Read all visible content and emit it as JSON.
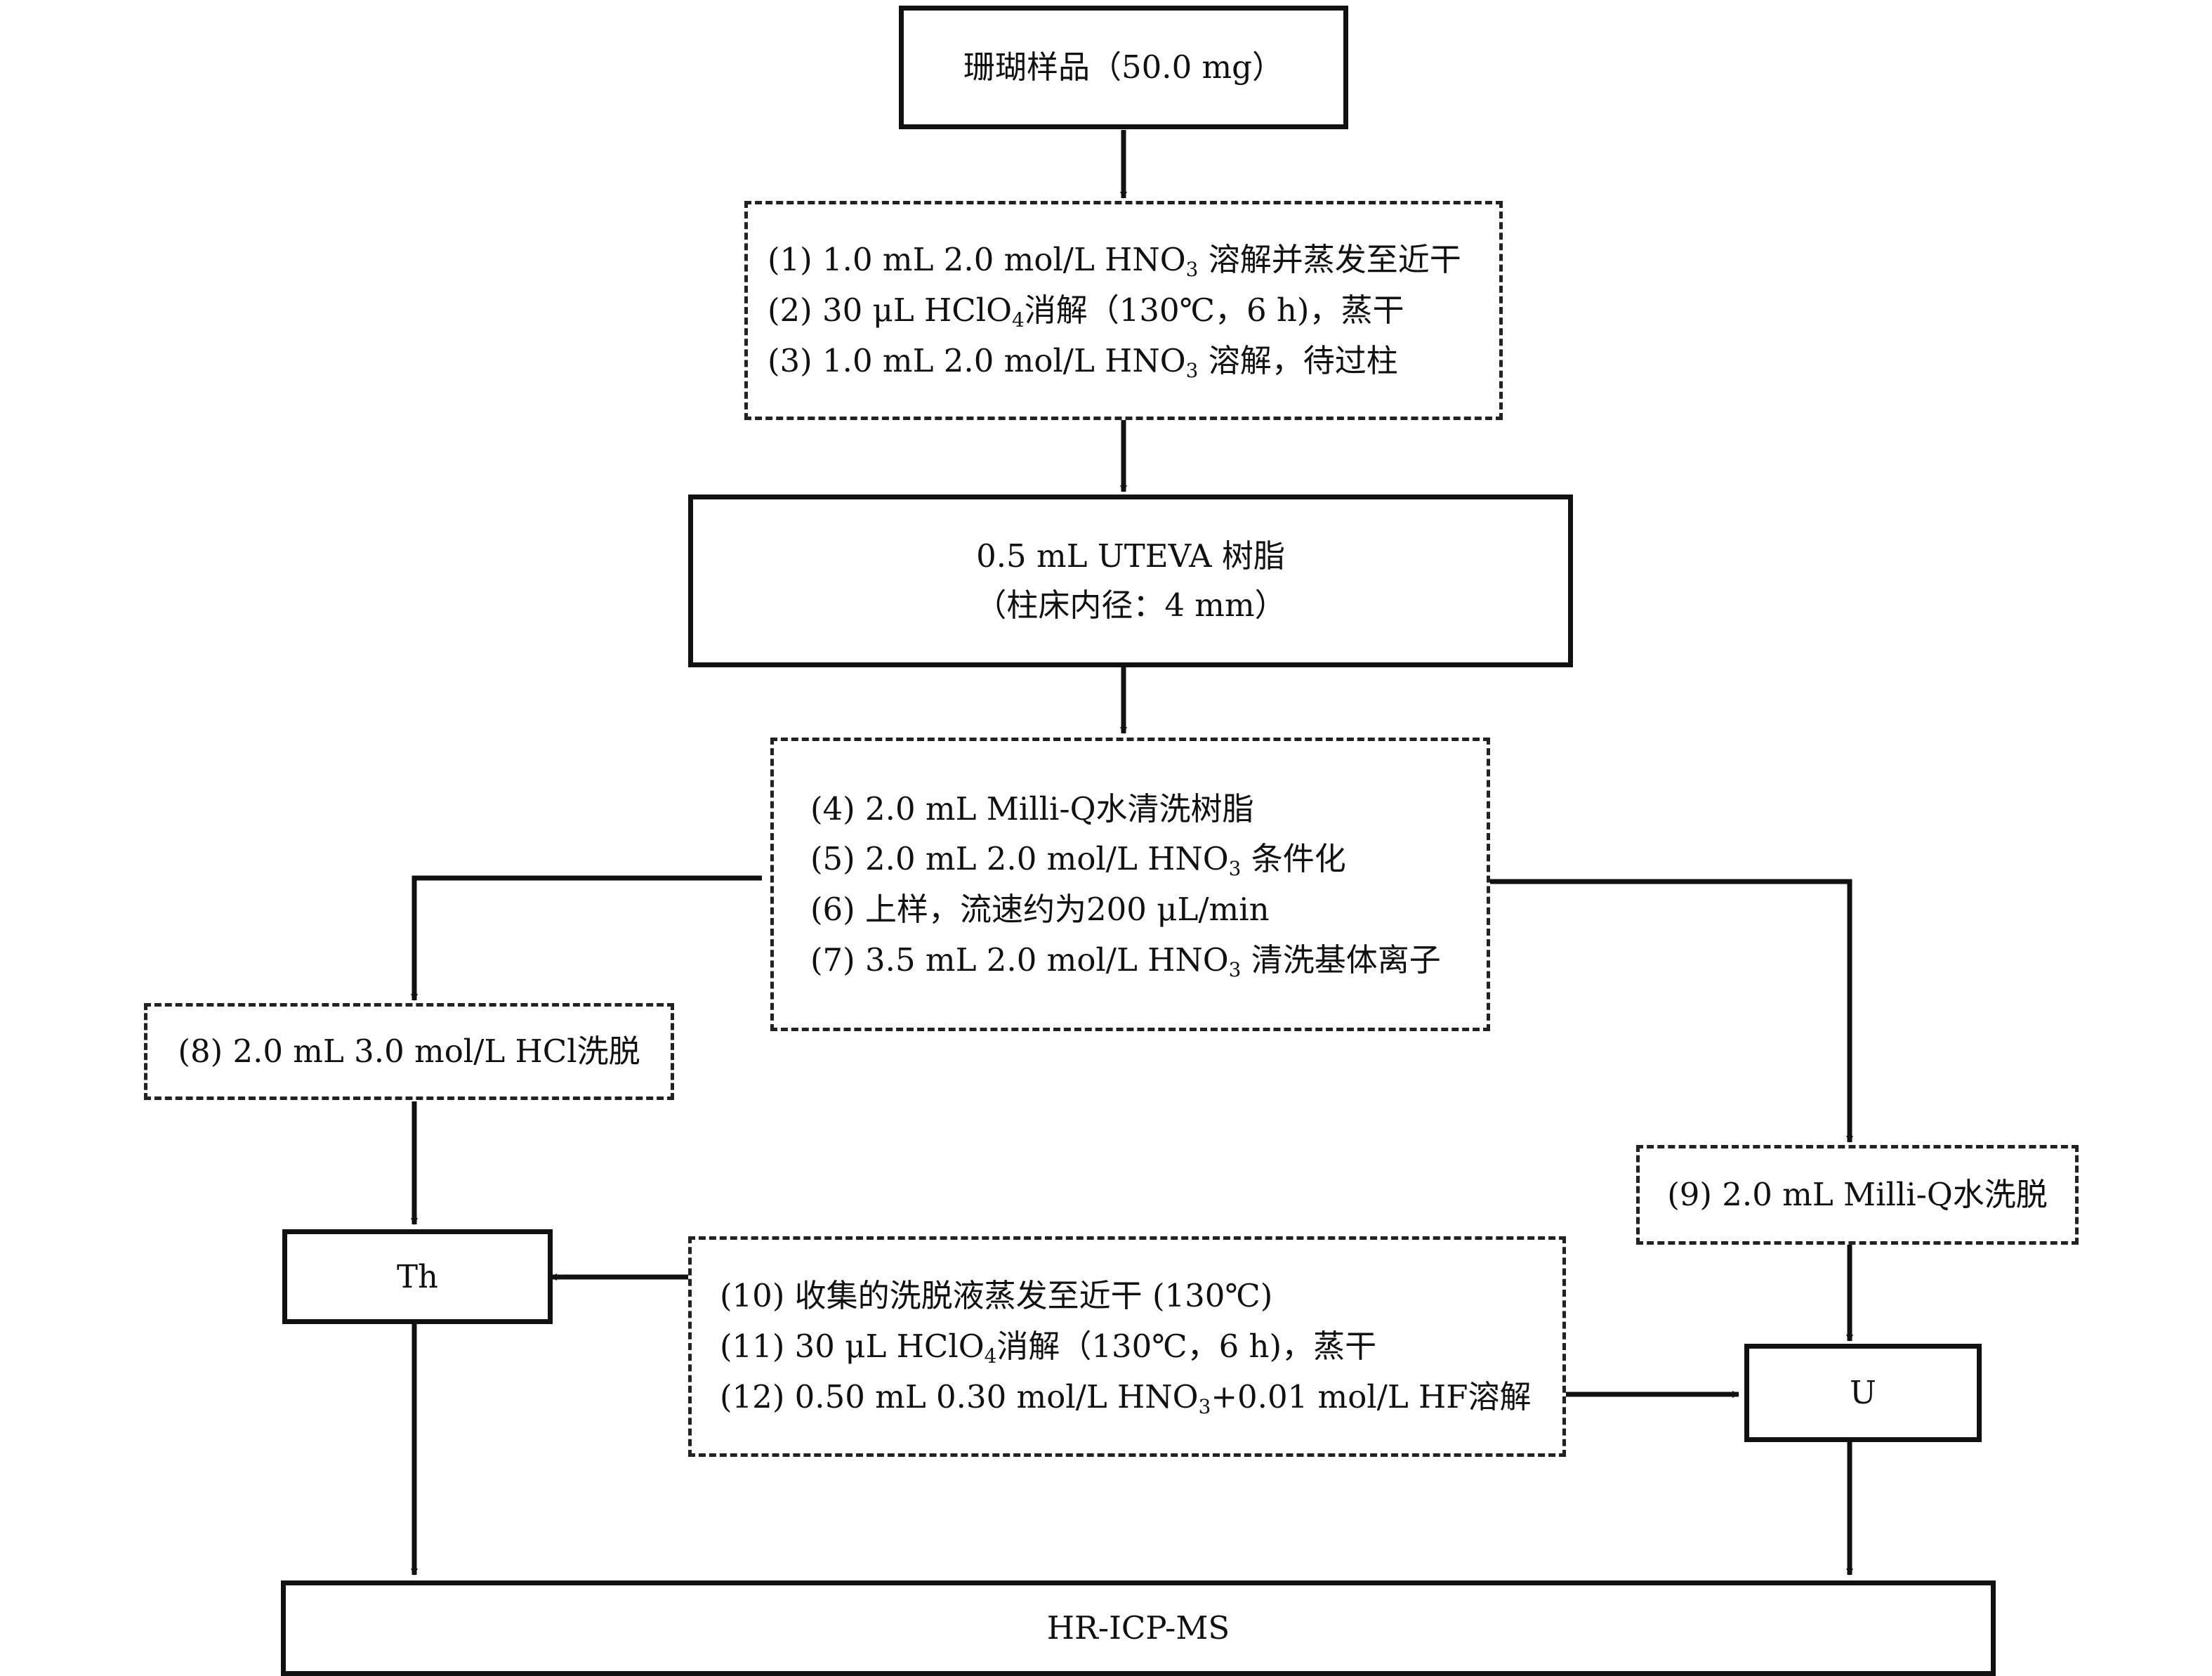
{
  "sample": {
    "label": "珊瑚样品（50.0 mg）"
  },
  "prep_steps": [
    {
      "pre": "(1) 1.0 mL 2.0 mol/L HNO",
      "sub": "3",
      "post": " 溶解并蒸发至近干"
    },
    {
      "pre": "(2) 30 μL HClO",
      "sub": "4",
      "post": "消解（130℃，6 h)，蒸干"
    },
    {
      "pre": "(3) 1.0 mL 2.0 mol/L HNO",
      "sub": "3",
      "post": " 溶解，待过柱"
    }
  ],
  "resin": {
    "line1": "0.5 mL UTEVA 树脂",
    "line2": "（柱床内径：4 mm）"
  },
  "column_steps": [
    {
      "pre": "(4) 2.0 mL Milli-Q水清洗树脂",
      "sub": "",
      "post": ""
    },
    {
      "pre": "(5) 2.0 mL 2.0 mol/L HNO",
      "sub": "3",
      "post": " 条件化"
    },
    {
      "pre": "(6) 上样，流速约为200 μL/min",
      "sub": "",
      "post": ""
    },
    {
      "pre": "(7) 3.5 mL 2.0 mol/L HNO",
      "sub": "3",
      "post": " 清洗基体离子"
    }
  ],
  "th_elution": {
    "label": "(8) 2.0 mL 3.0 mol/L HCl洗脱"
  },
  "u_elution": {
    "label": "(9) 2.0 mL Milli-Q水洗脱"
  },
  "th": {
    "label": "Th"
  },
  "u": {
    "label": "U"
  },
  "final_steps": [
    {
      "pre": "(10) 收集的洗脱液蒸发至近干 (130℃)",
      "sub": "",
      "post": ""
    },
    {
      "pre": "(11) 30 μL HClO",
      "sub": "4",
      "post": "消解（130℃，6 h)，蒸干"
    },
    {
      "pre": "(12) 0.50 mL 0.30 mol/L HNO",
      "sub": "3",
      "post": "+0.01 mol/L HF溶解"
    }
  ],
  "instrument": {
    "label": "HR-ICP-MS"
  }
}
